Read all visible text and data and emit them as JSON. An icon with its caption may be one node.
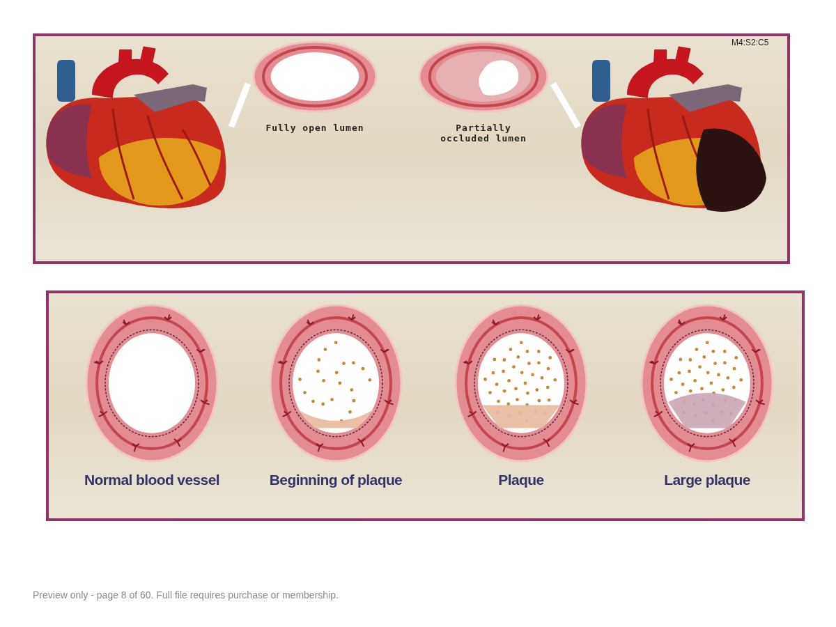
{
  "diagram": {
    "nodes": [
      {
        "text": [],
        "shape": "picture"
      },
      {
        "text": [
          "Fully open lumen"
        ]
      },
      {
        "text": [
          "Partially occluded lumen"
        ]
      },
      {
        "text": [],
        "shape": "picture"
      },
      {
        "text": [
          "Normal blood vessel"
        ]
      },
      {
        "text": [
          "Beginning of plaque"
        ]
      },
      {
        "text": [
          "Plaque"
        ]
      },
      {
        "text": [
          "Large plaque"
        ]
      }
    ],
    "edges": [
      {
        "from": 0,
        "to": 1,
        "arrow": "none"
      },
      {
        "from": 3,
        "to": 2,
        "arrow": "none"
      }
    ],
    "labels": [
      "M4:S2:C5",
      "Preview only - page 8 of 60. Full file requires purchase or membership."
    ]
  }
}
